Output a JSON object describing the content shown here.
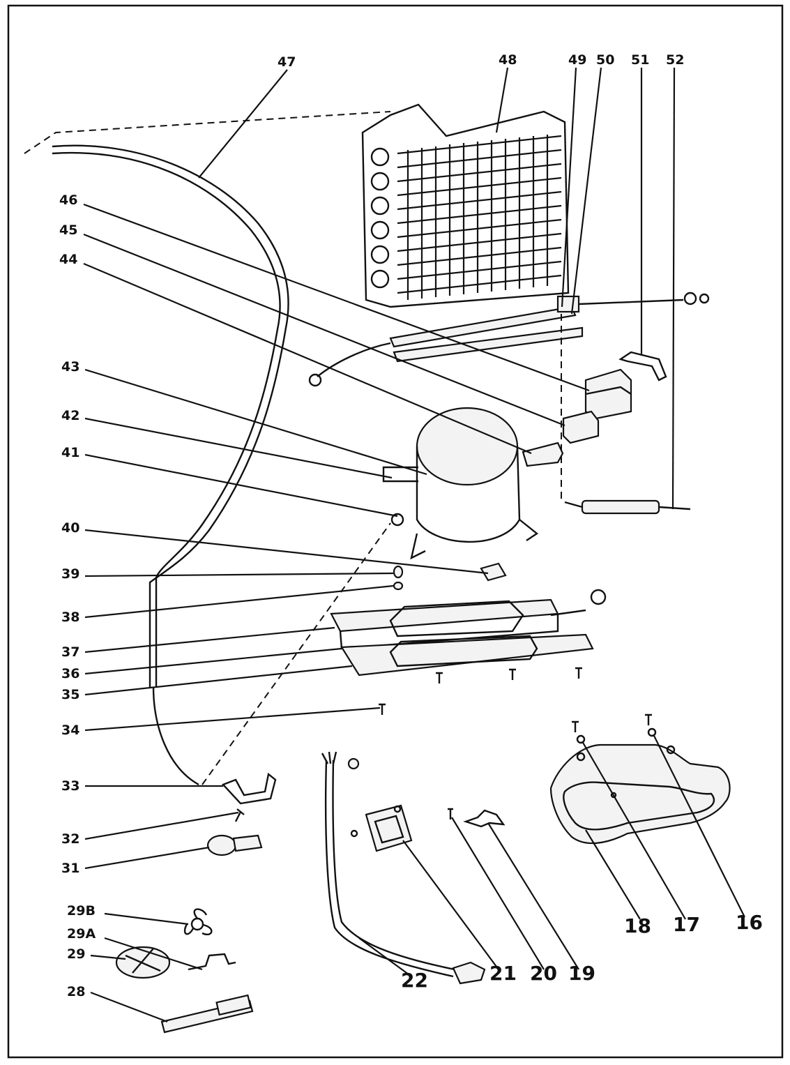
{
  "callouts_top": [
    "47",
    "48",
    "49",
    "50",
    "51",
    "52"
  ],
  "callouts_left": [
    "46",
    "45",
    "44",
    "43",
    "42",
    "41",
    "40",
    "39",
    "38",
    "37",
    "36",
    "35",
    "34",
    "33",
    "32",
    "31",
    "29B",
    "29A",
    "29",
    "28"
  ],
  "callouts_bottom": [
    "22",
    "21",
    "20",
    "19",
    "18",
    "17",
    "16"
  ]
}
